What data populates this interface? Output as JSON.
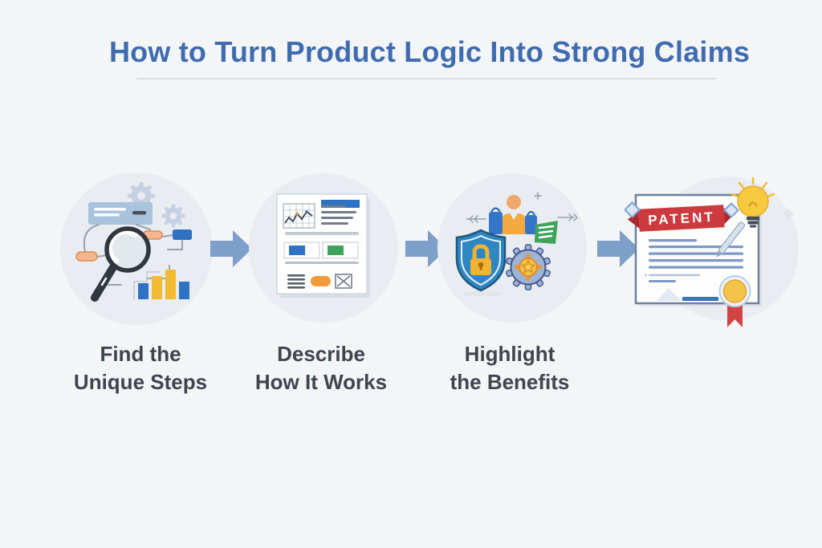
{
  "title": "How to Turn Product Logic Into Strong Claims",
  "steps": [
    {
      "id": "find-unique-steps",
      "label_line1": "Find the",
      "label_line2": "Unique Steps",
      "icon": "magnifier-analysis-icon"
    },
    {
      "id": "describe-how-it-works",
      "label_line1": "Describe",
      "label_line2": "How It Works",
      "icon": "spec-document-icon"
    },
    {
      "id": "highlight-benefits",
      "label_line1": "Highlight",
      "label_line2": "the Benefits",
      "icon": "shield-gear-benefits-icon"
    }
  ],
  "result": {
    "id": "patent-granted",
    "banner_text": "PATENT",
    "icon": "patent-certificate-icon"
  },
  "colors": {
    "background": "#f4f5f7",
    "title_blue": "#3f6cb0",
    "divider_gray": "#d9dce1",
    "label_gray": "#3f4550",
    "arrow_blue": "#7e9fc9",
    "circle_gray": "#e9ecf1",
    "accent_blue": "#2f72c4",
    "accent_yellow": "#f2bb33",
    "accent_orange": "#f09b3c",
    "accent_green": "#3fa35c",
    "accent_red": "#cd3a3d"
  }
}
